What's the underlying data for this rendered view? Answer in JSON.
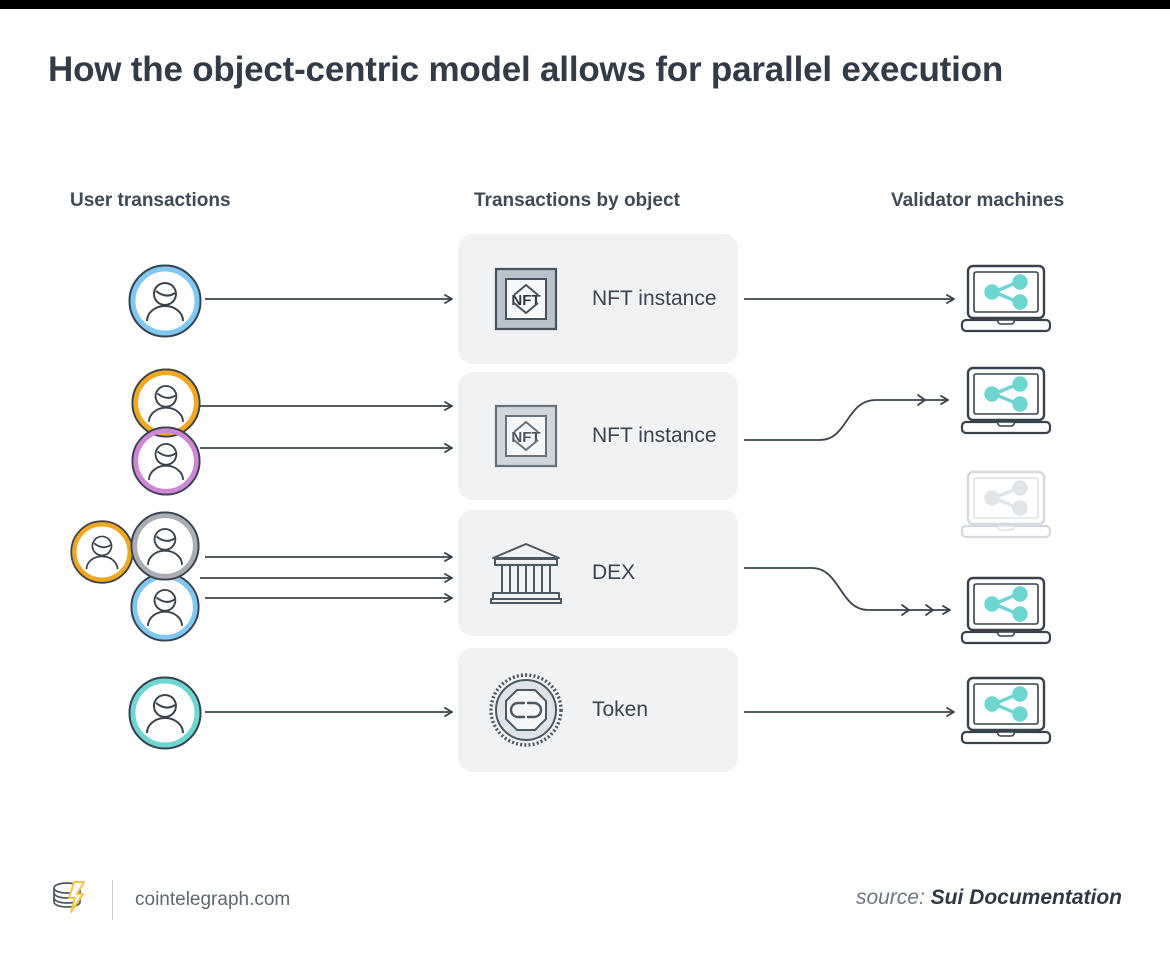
{
  "title": "How the object-centric model allows for parallel execution",
  "columns": [
    {
      "id": "user-transactions",
      "label": "User transactions"
    },
    {
      "id": "transactions-by-object",
      "label": "Transactions by object"
    },
    {
      "id": "validator-machines",
      "label": "Validator machines"
    }
  ],
  "rows": [
    {
      "id": "row-1",
      "object_label": "NFT instance",
      "object_icon": "nft-stamp-icon",
      "user_count": 1,
      "users": [
        {
          "color": "#7ec8f2",
          "name": "avatar-blue"
        }
      ],
      "arrow_count": 1,
      "validator": {
        "state": "active",
        "icon": "laptop-share-icon"
      }
    },
    {
      "id": "row-2",
      "object_label": "NFT instance",
      "object_icon": "nft-stamp-icon",
      "user_count": 2,
      "users": [
        {
          "color": "#f0a81e",
          "name": "avatar-orange"
        },
        {
          "color": "#ce86d6",
          "name": "avatar-purple"
        }
      ],
      "arrow_count": 2,
      "validator": {
        "state": "active",
        "icon": "laptop-share-icon"
      }
    },
    {
      "id": "row-3",
      "object_label": "DEX",
      "object_icon": "bank-dex-icon",
      "user_count": 3,
      "users": [
        {
          "color": "#f0a81e",
          "name": "avatar-orange"
        },
        {
          "color": "#a8aeb4",
          "name": "avatar-grey"
        },
        {
          "color": "#7ec8f2",
          "name": "avatar-blue"
        }
      ],
      "arrow_count": 3,
      "validator": {
        "state": "active",
        "icon": "laptop-share-icon"
      }
    },
    {
      "id": "row-4",
      "object_label": "Token",
      "object_icon": "coin-token-icon",
      "user_count": 1,
      "users": [
        {
          "color": "#6ed6d0",
          "name": "avatar-teal"
        }
      ],
      "arrow_count": 1,
      "validator": {
        "state": "active",
        "icon": "laptop-share-icon"
      }
    }
  ],
  "idle_validator": {
    "state": "idle",
    "icon": "laptop-share-icon-idle"
  },
  "nft_badge_text": "NFT",
  "footer": {
    "logo": "cointelegraph-logo",
    "site": "cointelegraph.com",
    "source_prefix": "source: ",
    "source_name": "Sui Documentation"
  },
  "colors": {
    "title": "#323b48",
    "card_bg": "#f1f2f3",
    "line": "#394552",
    "accent_teal": "#6ed6d0",
    "icon_slate": "#5a6570",
    "logo_yellow": "#f5c542"
  }
}
